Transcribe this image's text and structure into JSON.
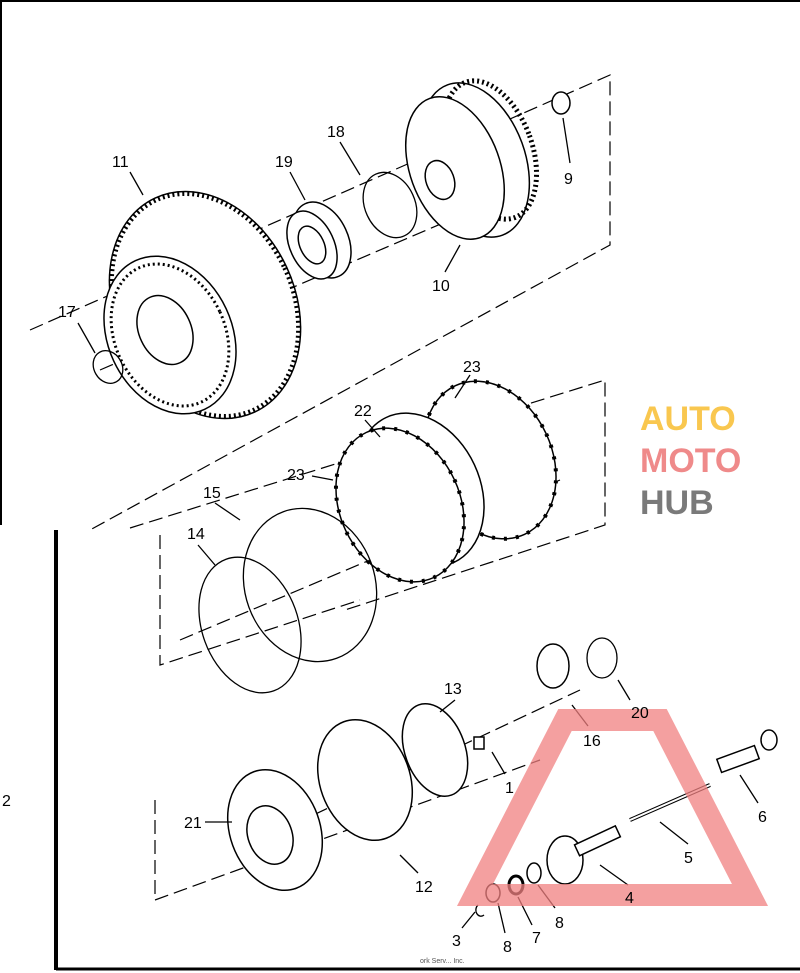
{
  "diagram": {
    "section_number": "2",
    "copyright_fragment": "ork Serv... Inc.",
    "watermark": {
      "part1": "AUTO",
      "part2": "MOTO",
      "part3": "HUB",
      "colors": {
        "auto": "#f9c74f",
        "moto": "#ef8a8a",
        "hub": "#8a8a8a",
        "triangle": "#f08080"
      }
    },
    "callouts": [
      {
        "id": "c11",
        "label": "11"
      },
      {
        "id": "c19",
        "label": "19"
      },
      {
        "id": "c18",
        "label": "18"
      },
      {
        "id": "c9",
        "label": "9"
      },
      {
        "id": "c10",
        "label": "10"
      },
      {
        "id": "c17",
        "label": "17"
      },
      {
        "id": "c23a",
        "label": "23"
      },
      {
        "id": "c22",
        "label": "22"
      },
      {
        "id": "c23b",
        "label": "23"
      },
      {
        "id": "c15",
        "label": "15"
      },
      {
        "id": "c14",
        "label": "14"
      },
      {
        "id": "c13",
        "label": "13"
      },
      {
        "id": "c20",
        "label": "20"
      },
      {
        "id": "c16",
        "label": "16"
      },
      {
        "id": "c1",
        "label": "1"
      },
      {
        "id": "c21",
        "label": "21"
      },
      {
        "id": "c6",
        "label": "6"
      },
      {
        "id": "c5",
        "label": "5"
      },
      {
        "id": "c12",
        "label": "12"
      },
      {
        "id": "c4",
        "label": "4"
      },
      {
        "id": "c8a",
        "label": "8"
      },
      {
        "id": "c7",
        "label": "7"
      },
      {
        "id": "c8b",
        "label": "8"
      },
      {
        "id": "c3",
        "label": "3"
      }
    ]
  }
}
